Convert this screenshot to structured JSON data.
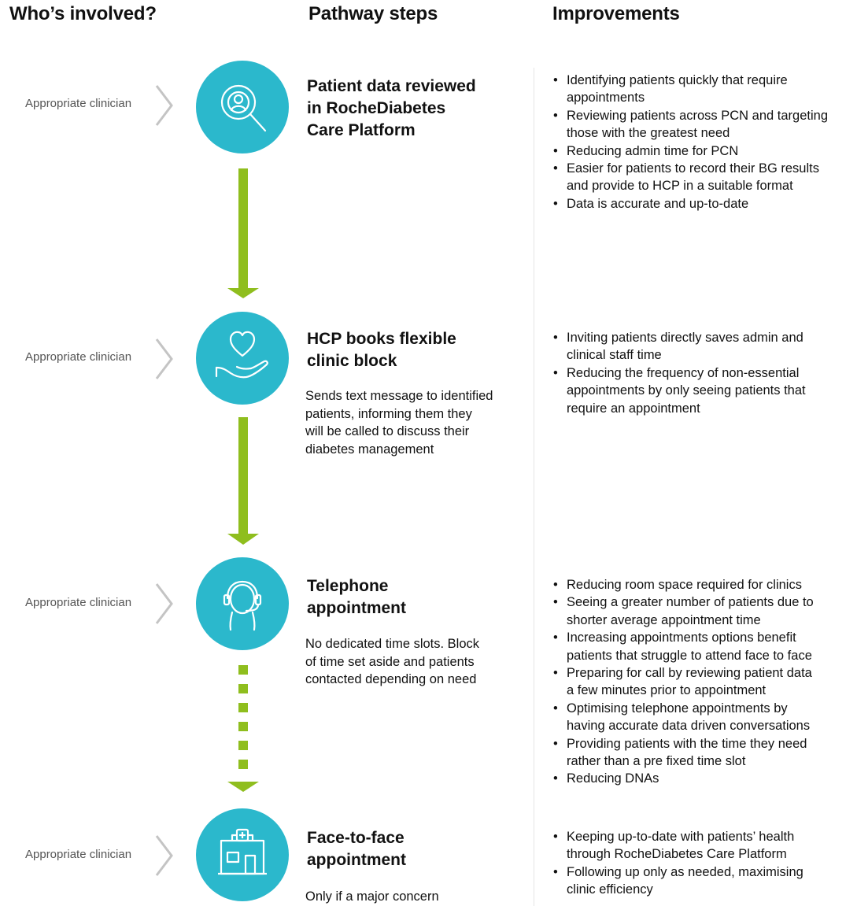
{
  "headers": {
    "who": "Who’s involved?",
    "steps": "Pathway steps",
    "improvements": "Improvements"
  },
  "colors": {
    "circle": "#2bb8cc",
    "arrow": "#8fbe1e",
    "chevron": "#c4c4c4"
  },
  "steps": [
    {
      "who": "Appropriate clinician",
      "icon": "magnifier-person-icon",
      "title_lines": [
        "Patient data reviewed",
        "in RocheDiabetes",
        "Care Platform"
      ],
      "description": [],
      "improvements": [
        [
          "Identifying patients quickly that require",
          "appointments"
        ],
        [
          "Reviewing patients across PCN and targeting",
          "those with the greatest need"
        ],
        [
          "Reducing admin time for PCN"
        ],
        [
          "Easier for patients to record their BG results",
          "and provide to HCP in a suitable format"
        ],
        [
          "Data is accurate and up-to-date"
        ]
      ]
    },
    {
      "who": "Appropriate clinician",
      "icon": "hand-heart-icon",
      "title_lines": [
        "HCP books flexible",
        "clinic block"
      ],
      "description": [
        "Sends text message to identified",
        "patients, informing them they",
        "will be called to discuss their",
        "diabetes management"
      ],
      "improvements": [
        [
          "Inviting patients directly saves admin and",
          "clinical staff time"
        ],
        [
          "Reducing the frequency of non-essential",
          "appointments by only seeing patients that",
          "require an appointment"
        ]
      ]
    },
    {
      "who": "Appropriate clinician",
      "icon": "headset-person-icon",
      "title_lines": [
        "Telephone",
        "appointment"
      ],
      "description": [
        "No dedicated time slots. Block",
        "of time set aside and patients",
        "contacted depending on need"
      ],
      "improvements": [
        [
          "Reducing room space required for clinics"
        ],
        [
          "Seeing a greater number of patients due to",
          "shorter average appointment time"
        ],
        [
          "Increasing appointments options benefit",
          "patients that struggle to attend face to face"
        ],
        [
          "Preparing for call by reviewing patient data",
          "a few minutes prior to appointment"
        ],
        [
          "Optimising telephone appointments by",
          "having accurate data driven conversations"
        ],
        [
          "Providing patients with the time they need",
          "rather than a pre fixed time slot"
        ],
        [
          "Reducing DNAs"
        ]
      ]
    },
    {
      "who": "Appropriate clinician",
      "icon": "clinic-building-icon",
      "title_lines": [
        "Face-to-face",
        "appointment"
      ],
      "description": [
        "Only if a major concern"
      ],
      "improvements": [
        [
          "Keeping up-to-date with patients’ health",
          "through RocheDiabetes Care Platform"
        ],
        [
          "Following up only as needed, maximising",
          "clinic efficiency"
        ]
      ]
    }
  ]
}
